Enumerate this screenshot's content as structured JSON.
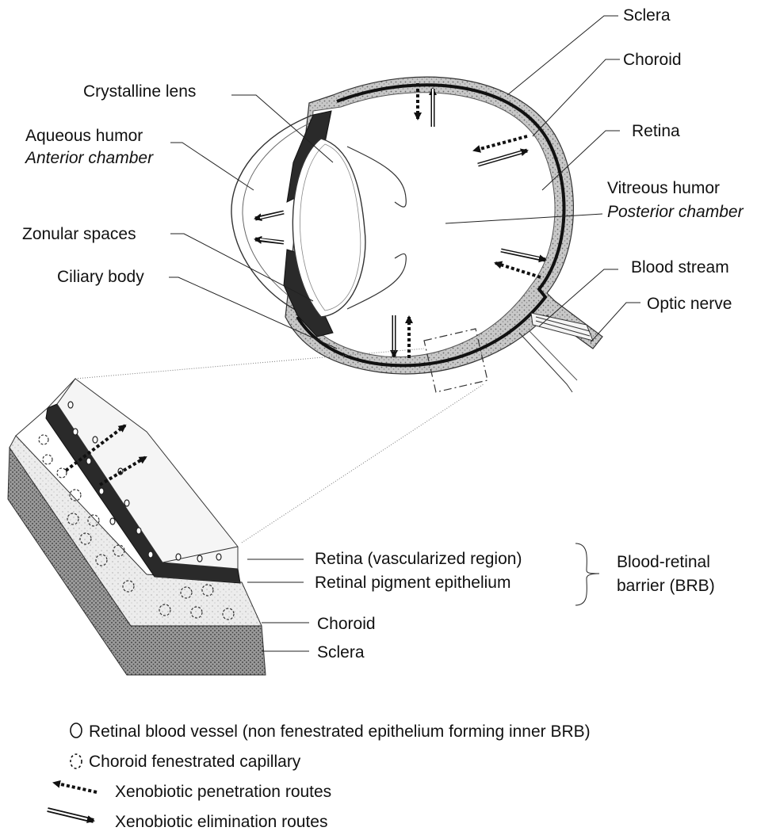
{
  "eye_labels": {
    "sclera": "Sclera",
    "choroid": "Choroid",
    "crystalline_lens": "Crystalline lens",
    "retina": "Retina",
    "aqueous_humor": "Aqueous humor",
    "anterior_chamber": "Anterior chamber",
    "vitreous_humor": "Vitreous humor",
    "posterior_chamber": "Posterior chamber",
    "zonular_spaces": "Zonular spaces",
    "blood_stream": "Blood stream",
    "ciliary_body": "Ciliary body",
    "optic_nerve": "Optic nerve"
  },
  "section_labels": {
    "retina_vascularized": "Retina (vascularized region)",
    "rpe": "Retinal pigment epithelium",
    "choroid": "Choroid",
    "sclera": "Sclera",
    "brb_line1": "Blood-retinal",
    "brb_line2": "barrier (BRB)"
  },
  "legend": {
    "retinal_vessel": "Retinal blood vessel (non fenestrated epithelium forming inner BRB)",
    "choroid_capillary": "Choroid fenestrated capillary",
    "penetration": "Xenobiotic penetration routes",
    "elimination": "Xenobiotic elimination routes"
  }
}
